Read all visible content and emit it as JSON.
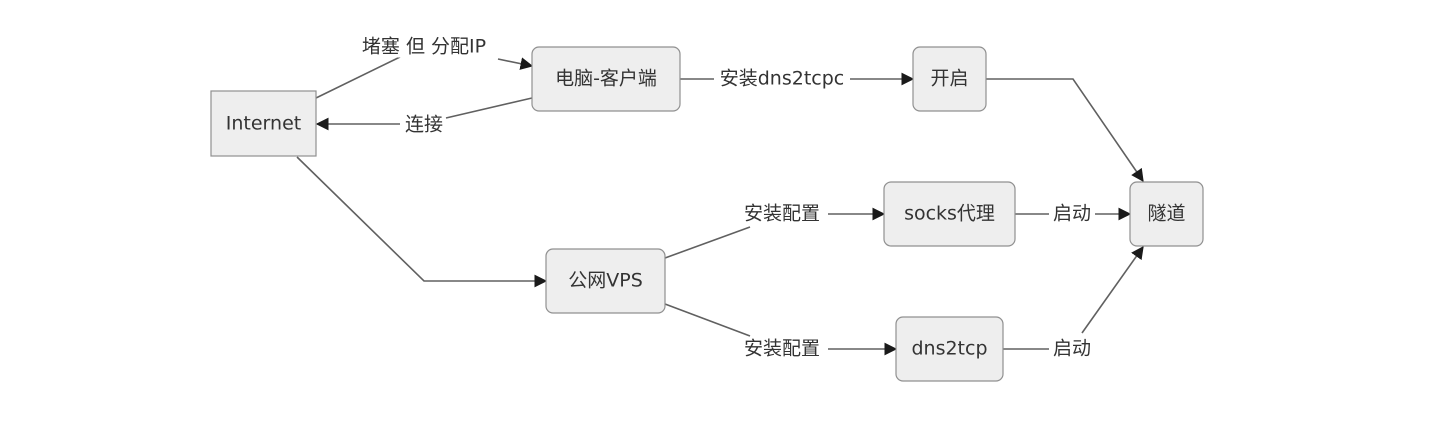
{
  "nodes": {
    "internet": "Internet",
    "client_pc": "电脑-客户端",
    "open": "开启",
    "public_vps": "公网VPS",
    "socks_proxy": "socks代理",
    "dns2tcp": "dns2tcp",
    "tunnel": "隧道"
  },
  "edges": {
    "blocked_with_ip": "堵塞 但 分配IP",
    "connect": "连接",
    "install_dns2tcpc": "安装dns2tcpc",
    "install_config_socks": "安装配置",
    "install_config_dns2tcp": "安装配置",
    "start_socks": "启动",
    "start_dns2tcp": "启动"
  },
  "colors": {
    "node_fill": "#eeeeee",
    "node_stroke": "#909090",
    "edge": "#606060",
    "text": "#333333"
  }
}
